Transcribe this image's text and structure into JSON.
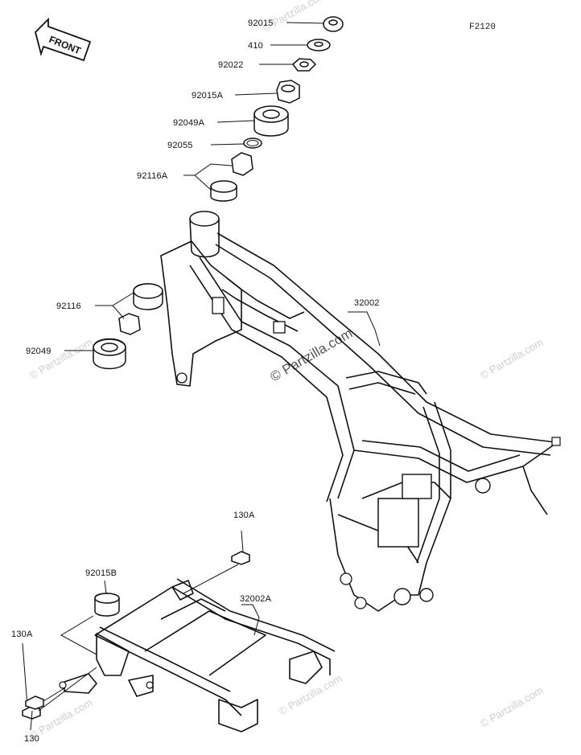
{
  "diagram_code": "F2120",
  "front_label": "FRONT",
  "watermark": "© Partzilla.com",
  "parts": {
    "p92015": "92015",
    "p410": "410",
    "p92022": "92022",
    "p92015A": "92015A",
    "p92049A": "92049A",
    "p92055": "92055",
    "p92116A": "92116A",
    "p92116": "92116",
    "p92049": "92049",
    "p32002": "32002",
    "p130A_top": "130A",
    "p92015B": "92015B",
    "p32002A": "32002A",
    "p130A_left": "130A",
    "p130": "130"
  }
}
